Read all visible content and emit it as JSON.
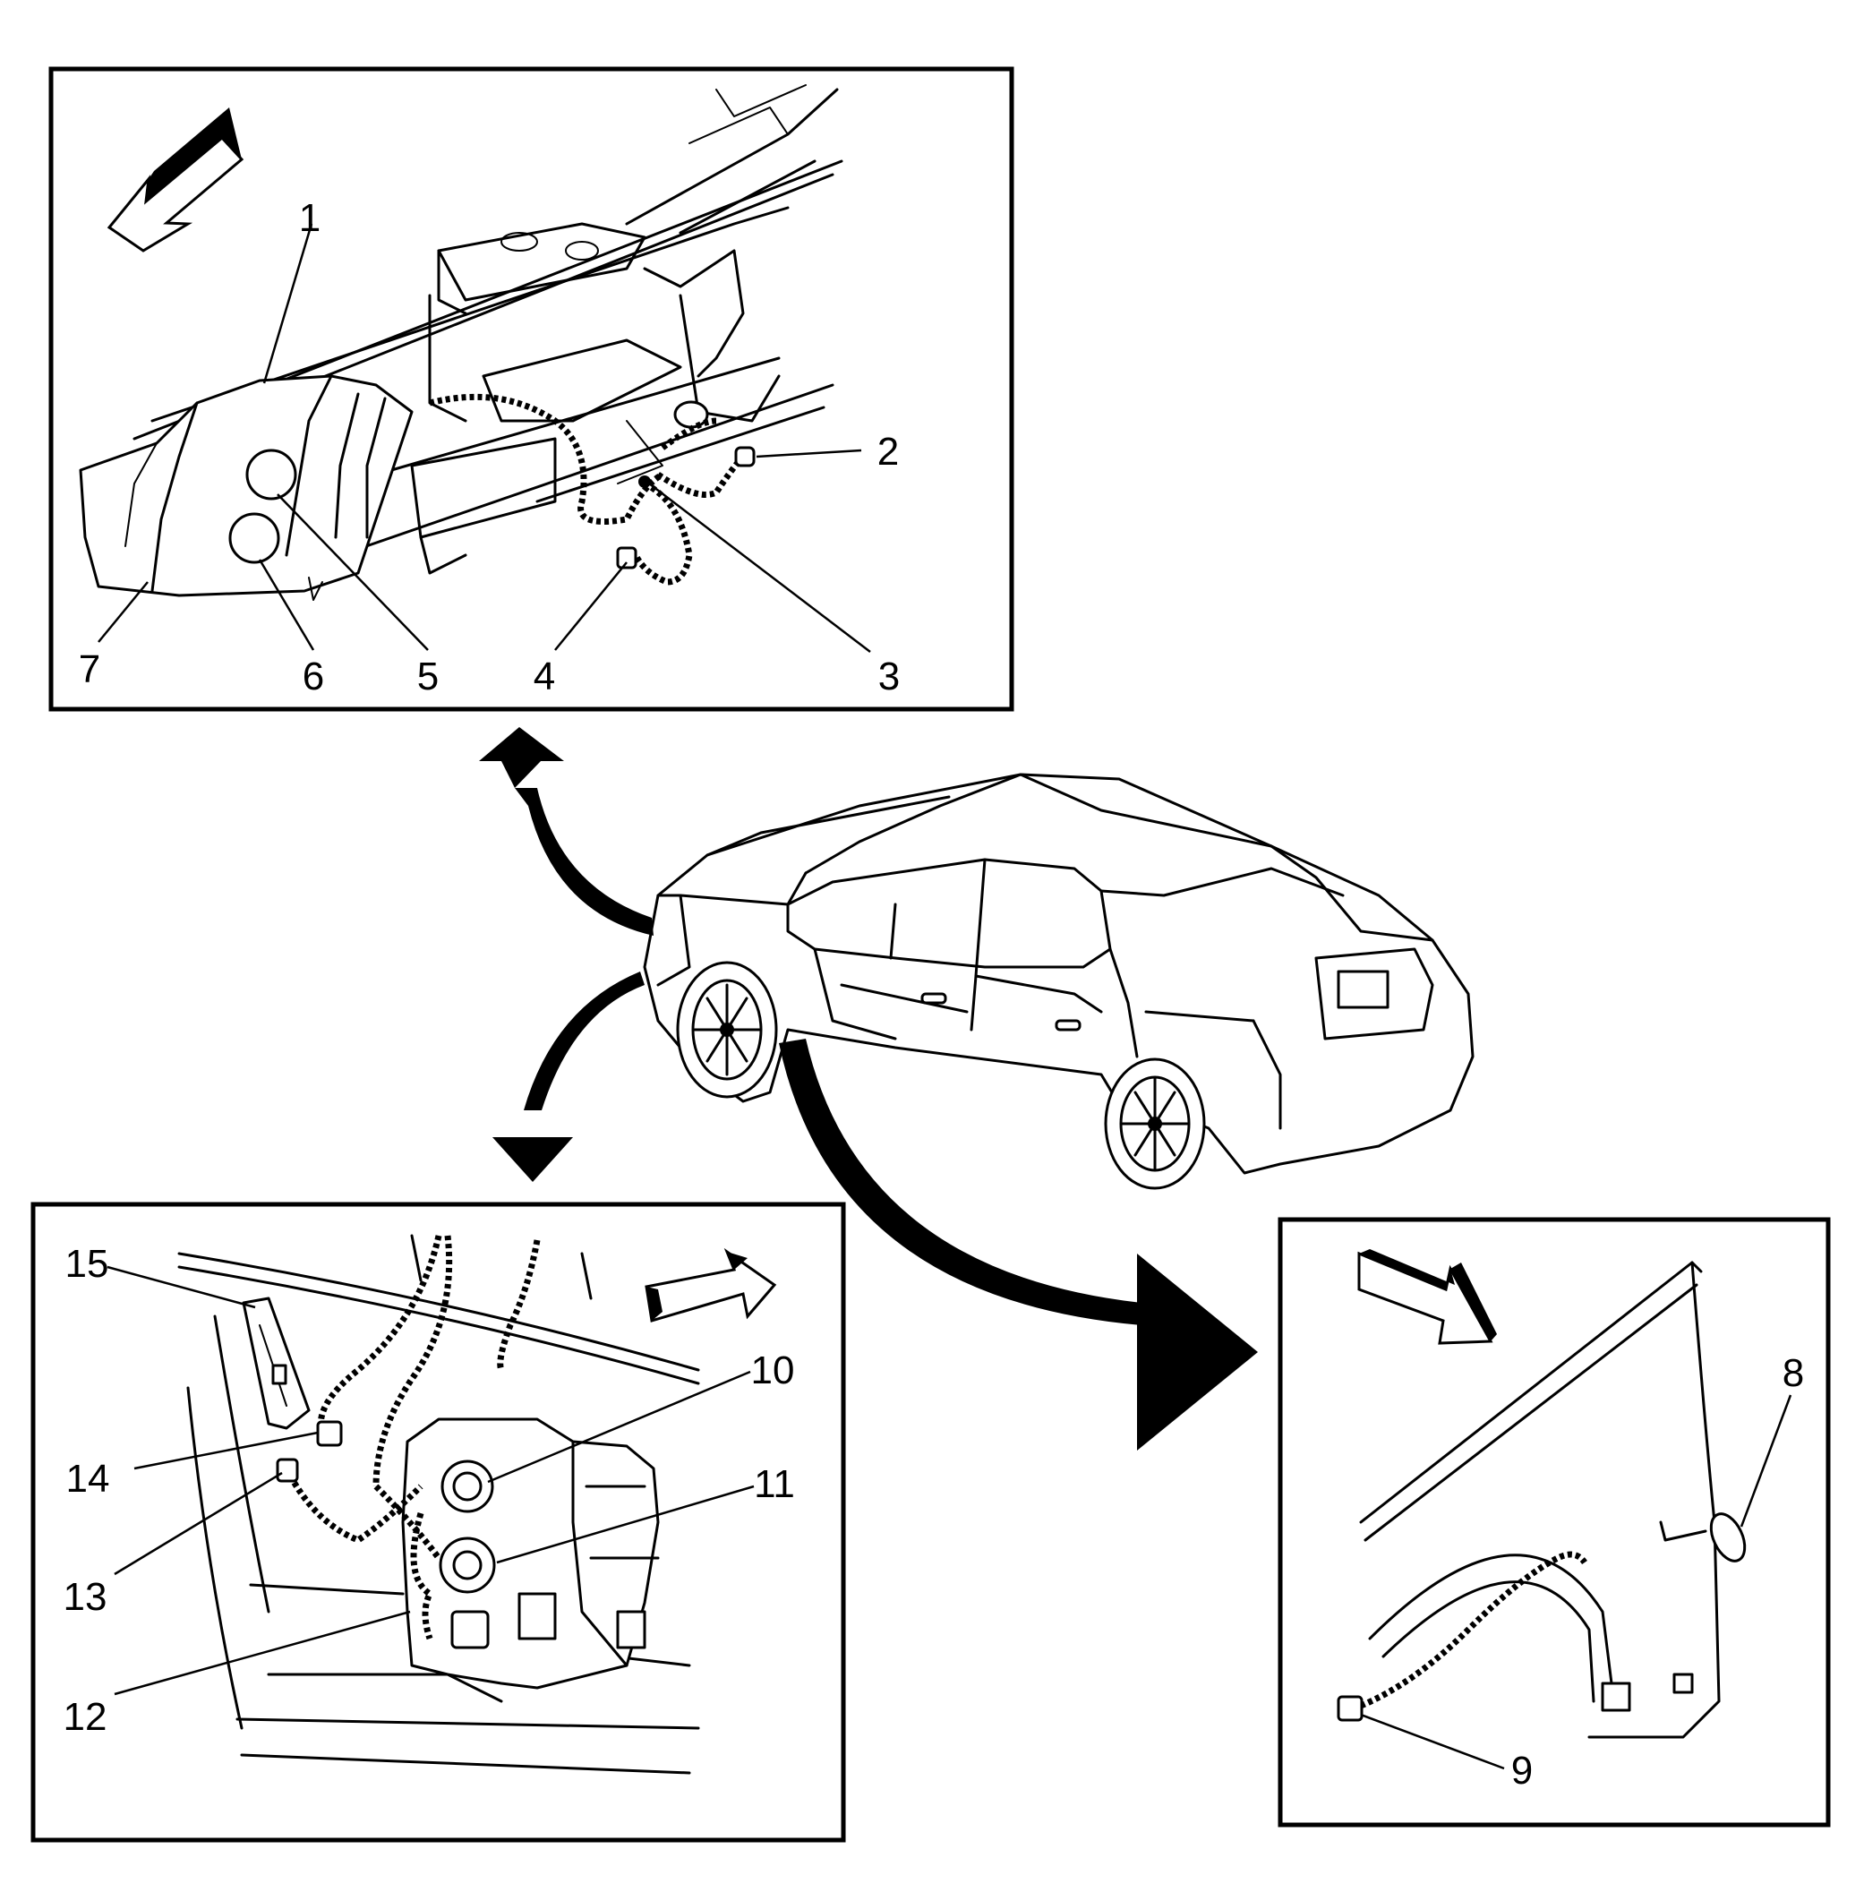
{
  "callouts": {
    "c1": "1",
    "c2": "2",
    "c3": "3",
    "c4": "4",
    "c5": "5",
    "c6": "6",
    "c7": "7",
    "c8": "8",
    "c9": "9",
    "c10": "10",
    "c11": "11",
    "c12": "12",
    "c13": "13",
    "c14": "14",
    "c15": "15"
  },
  "panels": [
    "top-left-detail",
    "bottom-left-detail",
    "bottom-right-detail",
    "center-vehicle"
  ],
  "icons": [
    "direction-arrow-icon",
    "curved-pointer-arrow-icon"
  ],
  "colors": {
    "line": "#000000",
    "background": "#ffffff"
  }
}
